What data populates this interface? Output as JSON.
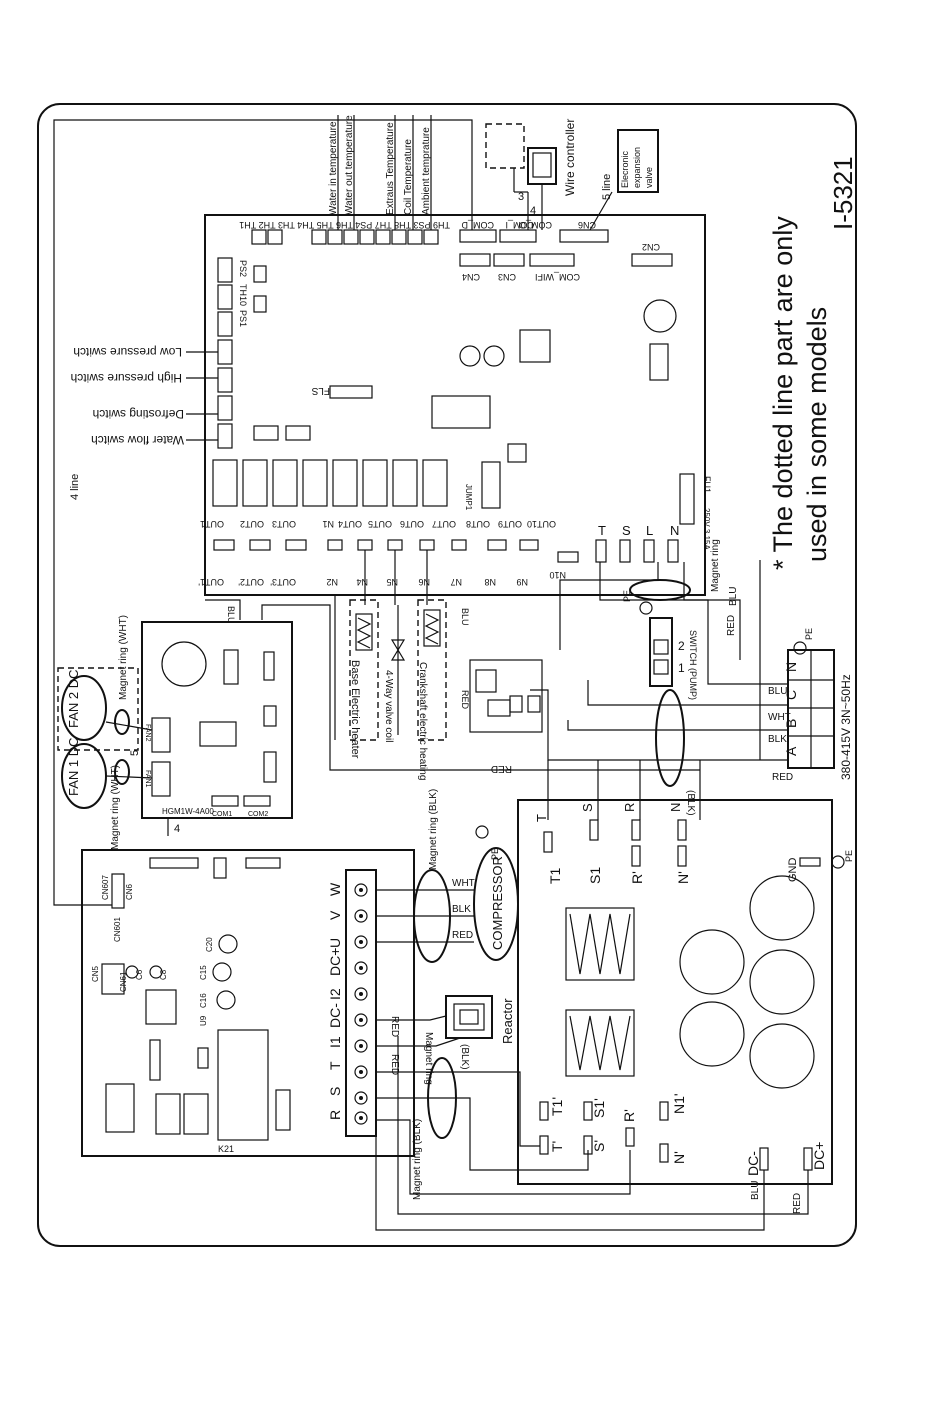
{
  "note": {
    "line1": "* The dotted line part are only",
    "line2": "used in some models"
  },
  "drawing_code": "I-5321",
  "main_board": {
    "sensor_labels": [
      "Water in temperature",
      "Water out temperature",
      "Extraus Temperature",
      "Coil Temperature",
      "Ambient temprature"
    ],
    "sensor_connectors": "TH9 PS3 TH8 TH7 PS4 TH6 TH5 TH4 TH3 TH2 TH1",
    "com_labels": [
      "COM_D",
      "COM_I",
      "COM_O",
      "CN6"
    ],
    "cn_labels": [
      "CN4",
      "CN3",
      "COM_WIFI",
      "CN2"
    ],
    "switch_labels": [
      "Low pressure switch",
      "High pressure switch",
      "Defrosting switch",
      "Water flow switch"
    ],
    "ps_labels": [
      "PS2",
      "TH10",
      "PS1"
    ],
    "fls_label": "FLS",
    "out_top": [
      "OUT1",
      "OUT2",
      "OUT3",
      "N1",
      "OUT4",
      "OUT5",
      "OUT6",
      "OUT7",
      "OUT8",
      "OUT9",
      "OUT10"
    ],
    "out_bottom": [
      "OUT1'",
      "OUT2'",
      "OUT3'",
      "N2",
      "N4",
      "N5",
      "N6",
      "N7",
      "N8",
      "N9",
      "N10"
    ],
    "power_pins": [
      "T",
      "S",
      "L",
      "N"
    ],
    "fuse_label": "FU1",
    "fuse_rating": "250V 3.15A",
    "jump_label": "JUMP1"
  },
  "wire_controller": {
    "label": "Wire controller",
    "pins": [
      "3",
      "4"
    ]
  },
  "expansion_valve": {
    "label_lines": [
      "Elecronic",
      "expansion",
      "valve"
    ],
    "wire_label": "5 line"
  },
  "loads": {
    "base_heater": "Base Electric heater",
    "valve": "4-Way valve coil",
    "crank_heater": "Crankshaft electric heating"
  },
  "pump_switch": {
    "label": "SWITCH (PUMP)",
    "pins": [
      "1",
      "2"
    ],
    "pe": "PE"
  },
  "terminal": {
    "labels": [
      "A",
      "B",
      "C",
      "N"
    ],
    "wires": [
      "RED",
      "BLK",
      "WHT",
      "BLU"
    ],
    "supply": "380-415V 3N~50Hz",
    "pe": "PE"
  },
  "fan_board": {
    "label": "HGM1W-4A00",
    "fan1": "FAN 1 DC",
    "fan2": "FAN 2 DC",
    "magnet": "Magnet ring (WHT)",
    "wire_count": "5",
    "fan_ports": [
      "FAN1",
      "FAN2"
    ],
    "com_ports": [
      "COM1",
      "COM2"
    ]
  },
  "wire_labels": {
    "four_line": "4 line",
    "four": "4",
    "blu": "BLU",
    "red": "RED",
    "blk": "(BLK)",
    "magnet_ring": "Magnet ring",
    "magnet_ring_blk": "Magnet ring (BLK)"
  },
  "driver_board": {
    "terminals": [
      "R",
      "S",
      "T",
      "I1",
      "DC-",
      "I2",
      "DC+",
      "U",
      "V",
      "W"
    ],
    "connectors": [
      "CN607",
      "CN6",
      "CN601",
      "CN5",
      "CN61"
    ],
    "caps": [
      "C20",
      "C15",
      "C16",
      "C8",
      "C6",
      "U9"
    ],
    "relay": "K21"
  },
  "compressor": {
    "label": "COMPRESSOR",
    "wires": [
      "WHT",
      "BLK",
      "RED"
    ],
    "pe": "PE"
  },
  "reactor": {
    "label": "Reactor",
    "wire": "(BLK)",
    "red_labels": [
      "RED",
      "RED"
    ]
  },
  "filter_board": {
    "top_pins": [
      "T",
      "S",
      "R",
      "N"
    ],
    "mid_pins": [
      "T1",
      "S1",
      "R'",
      "N'"
    ],
    "lower_pins": [
      "T1'",
      "S1'",
      "N1'"
    ],
    "bottom_pins": [
      "T'",
      "S'",
      "R'",
      "N'",
      "DC-",
      "DC+"
    ],
    "gnd": "GND",
    "pe": "PE"
  }
}
